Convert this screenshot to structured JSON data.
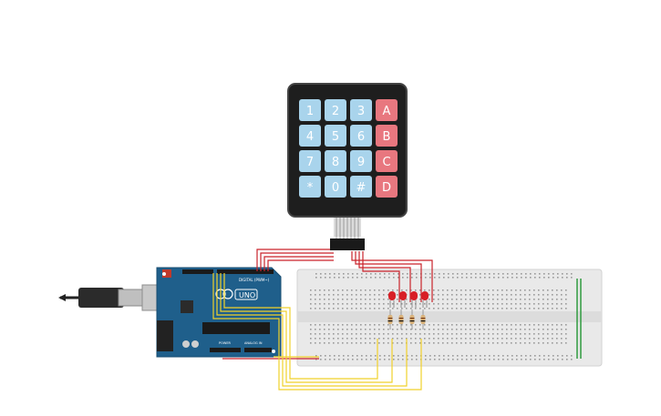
{
  "keypad": {
    "rows": [
      [
        "1",
        "2",
        "3",
        "A"
      ],
      [
        "4",
        "5",
        "6",
        "B"
      ],
      [
        "7",
        "8",
        "9",
        "C"
      ],
      [
        "*",
        "0",
        "#",
        "D"
      ]
    ],
    "digit_key_color": "#a9d4ec",
    "letter_key_color": "#e8777f",
    "body_color": "#1e1e1e"
  },
  "arduino": {
    "digital_label": "DIGITAL (PWM~)",
    "uno_label": "UNO",
    "power_label": "POWER",
    "analog_label": "ANALOG IN",
    "board_color": "#1f5f8b"
  },
  "leds": {
    "count": 4,
    "color": "#d81f26"
  },
  "wires": {
    "red": "#c9232b",
    "yellow": "#f1d12b",
    "green": "#2e9b3e"
  },
  "breadboard": {
    "color": "#e9e9e9"
  }
}
